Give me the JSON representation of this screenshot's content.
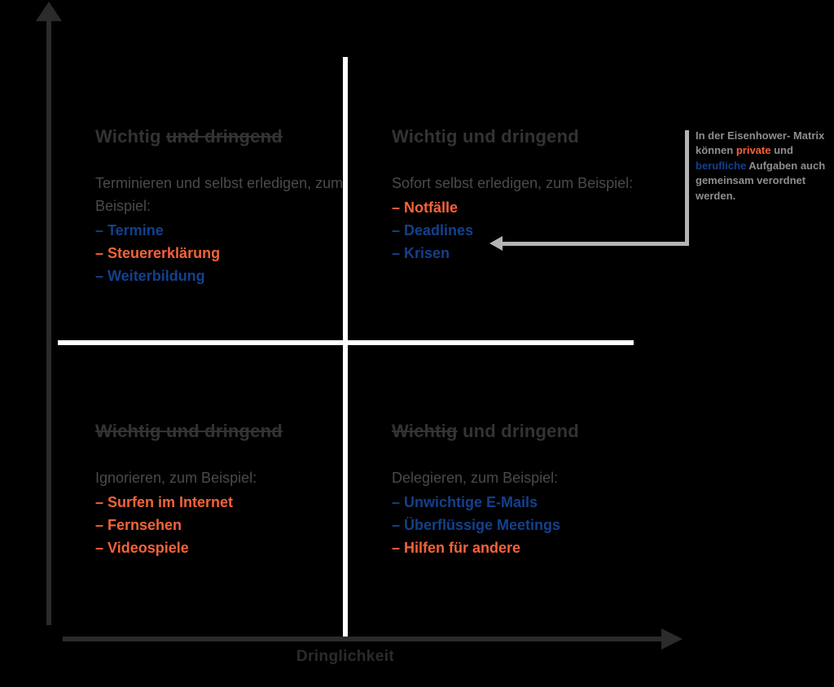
{
  "title": "Eisenhower-Matrix",
  "colors": {
    "background": "#000000",
    "orange": "#f4633a",
    "blue": "#13408d",
    "heading_gray": "#333335",
    "body_gray": "#4a4a4d",
    "axis_gray": "#2b2b2d",
    "callout_gray": "#8e8e8e",
    "divider_white": "#ffffff"
  },
  "axes": {
    "x_label": "Dringlichkeit",
    "y_label": ""
  },
  "quadrants": {
    "top_left": {
      "title_plain": "Wichtig ",
      "title_struck": "und dringend",
      "description": "Terminieren und selbst erledigen, zum Beispiel:",
      "items": [
        {
          "text": "– Termine",
          "color": "blue"
        },
        {
          "text": "– Steuererklärung",
          "color": "orange"
        },
        {
          "text": "– Weiterbildung",
          "color": "blue"
        }
      ]
    },
    "top_right": {
      "title_plain": "Wichtig und dringend",
      "title_struck": "",
      "description": "Sofort selbst erledigen, zum Beispiel:",
      "items": [
        {
          "text": "– Notfälle",
          "color": "orange"
        },
        {
          "text": "– Deadlines",
          "color": "blue"
        },
        {
          "text": "– Krisen",
          "color": "blue"
        }
      ]
    },
    "bottom_left": {
      "title_plain": "",
      "title_struck": "Wichtig und dringend",
      "description": "Ignorieren, zum Beispiel:",
      "items": [
        {
          "text": "– Surfen im Internet",
          "color": "orange"
        },
        {
          "text": "– Fernsehen",
          "color": "orange"
        },
        {
          "text": "– Videospiele",
          "color": "orange"
        }
      ]
    },
    "bottom_right": {
      "title_struck_first": "Wichtig",
      "title_plain_rest": " und dringend",
      "description": "Delegieren, zum Beispiel:",
      "items": [
        {
          "text": "– Unwichtige E-Mails",
          "color": "blue"
        },
        {
          "text": "– Überflüssige Meetings",
          "color": "blue"
        },
        {
          "text": "– Hilfen für andere",
          "color": "orange"
        }
      ]
    }
  },
  "callout": {
    "line1": "In der Eisenhower-",
    "line2": "Matrix können ",
    "word_private": "private",
    "between": " und ",
    "word_beruflich": "berufliche",
    "line3": "Aufgaben auch",
    "line4": "gemeinsam verordnet",
    "line5": "werden."
  }
}
